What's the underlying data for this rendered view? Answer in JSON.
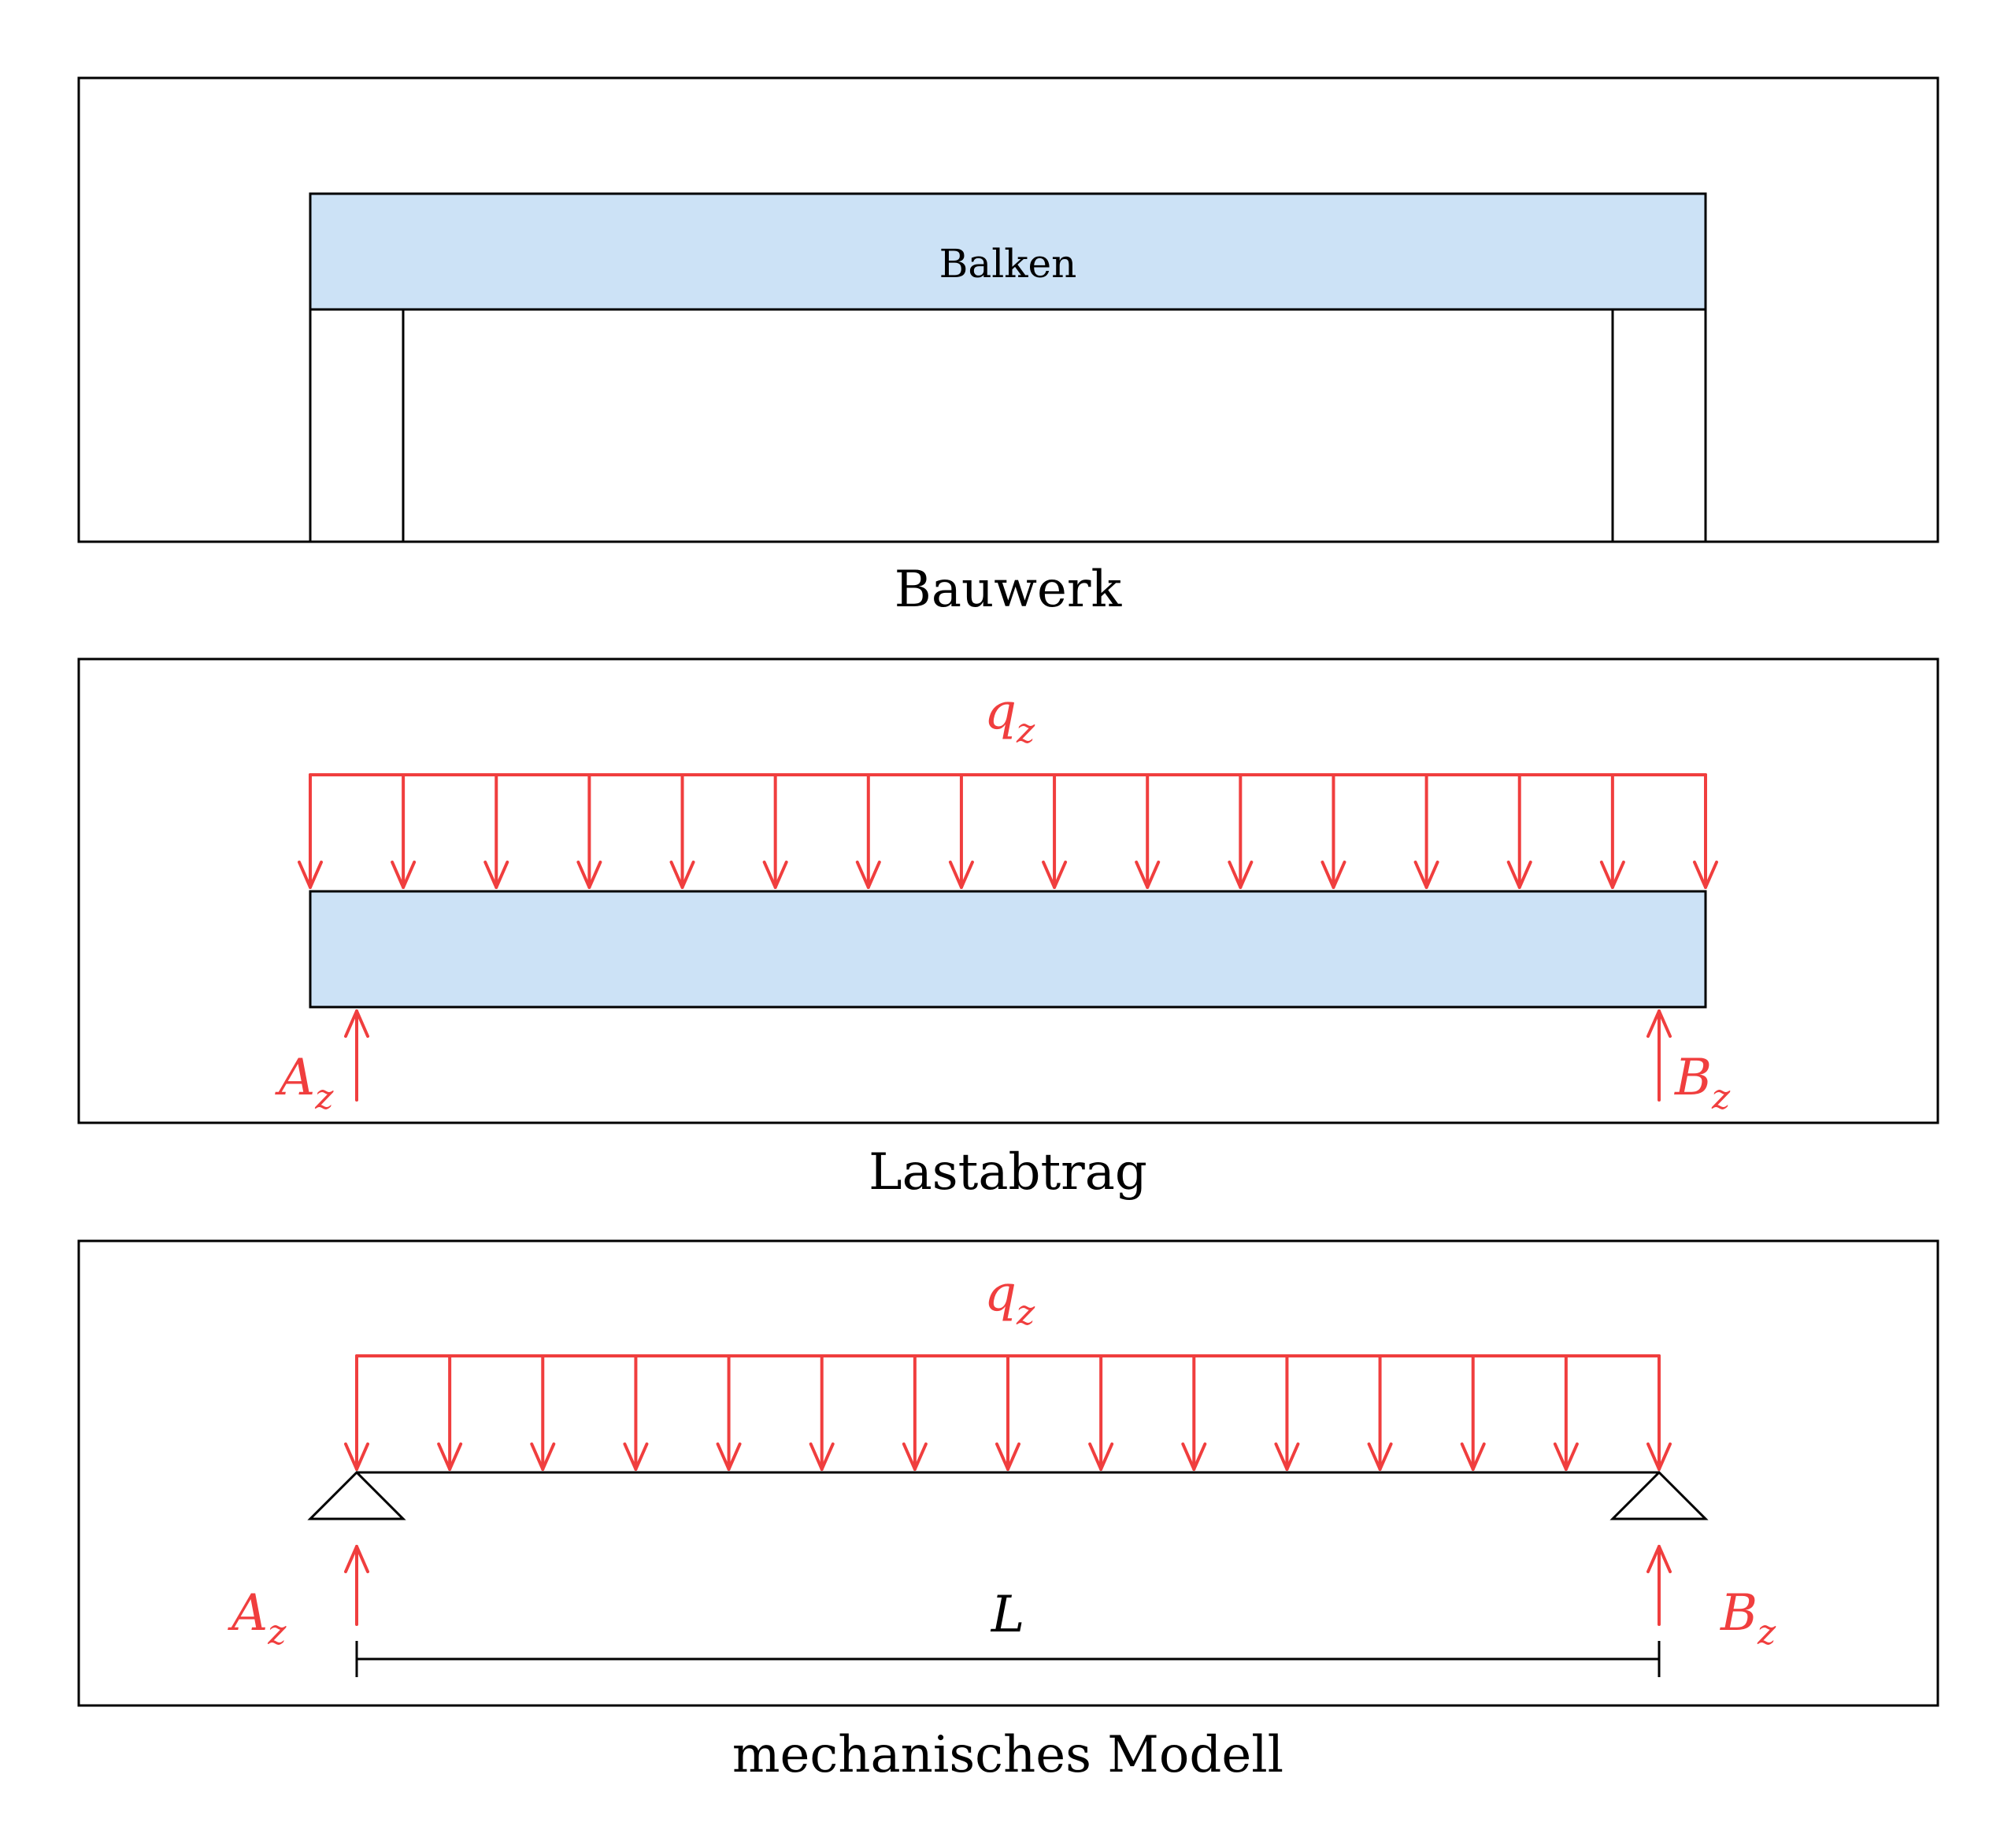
{
  "colors": {
    "beam_fill": "#cce2f6",
    "load": "#f03e3e",
    "outline": "#000000"
  },
  "panels": {
    "bauwerk": {
      "caption": "Bauwerk",
      "beam_label": "Balken"
    },
    "lastabtrag": {
      "caption": "Lastabtrag",
      "load_symbol": "q",
      "load_sub": "z",
      "reaction_left": "A",
      "reaction_left_sub": "z",
      "reaction_right": "B",
      "reaction_right_sub": "z",
      "arrow_count": 16
    },
    "modell": {
      "caption": "mechanisches Modell",
      "load_symbol": "q",
      "load_sub": "z",
      "reaction_left": "A",
      "reaction_left_sub": "z",
      "reaction_right": "B",
      "reaction_right_sub": "z",
      "span_label": "L",
      "arrow_count": 15
    }
  }
}
